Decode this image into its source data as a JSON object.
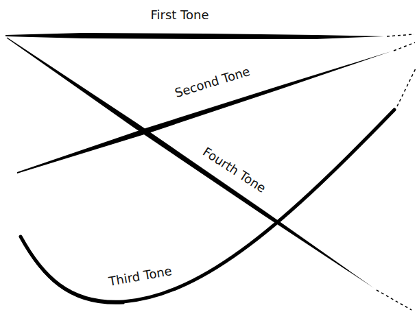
{
  "diagram": {
    "labels": [
      "First Tone",
      "Second Tone",
      "Fourth Tone",
      "Third Tone"
    ]
  }
}
